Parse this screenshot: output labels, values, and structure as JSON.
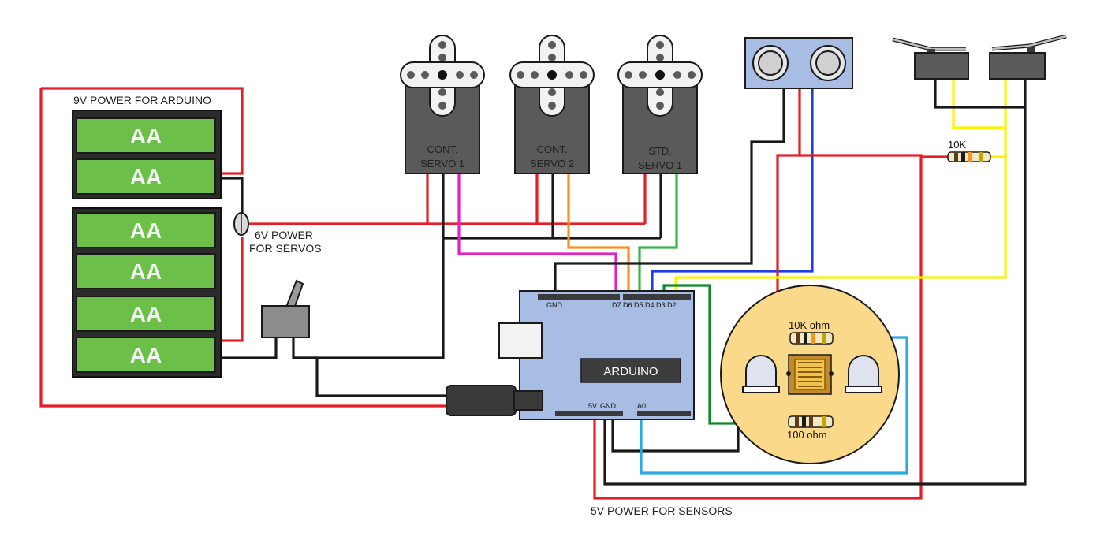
{
  "labels": {
    "power_9v": "9V POWER FOR ARDUINO",
    "power_6v_line1": "6V POWER",
    "power_6v_line2": "FOR SERVOS",
    "power_5v": "5V POWER FOR SENSORS"
  },
  "batteries": [
    "AA",
    "AA",
    "AA",
    "AA",
    "AA",
    "AA"
  ],
  "servos": [
    {
      "line1": "CONT.",
      "line2": "SERVO 1"
    },
    {
      "line1": "CONT.",
      "line2": "SERVO 2"
    },
    {
      "line1": "STD.",
      "line2": "SERVO 1"
    }
  ],
  "arduino": {
    "label": "ARDUINO",
    "pins_top": {
      "gnd": "GND",
      "digital": "D7 D6 D5 D4 D3 D2"
    },
    "pins_bottom": {
      "v5": "5V",
      "gnd": "GND",
      "a0": "A0"
    }
  },
  "resistors": {
    "r_bumper": "10K",
    "r_ldr": "10K ohm",
    "r_led": "100 ohm"
  },
  "wire_colors": {
    "power": "#e41e26",
    "ground": "#1a1a1a",
    "servo1_signal": "#e020c8",
    "servo2_signal": "#f7931e",
    "servo3_signal": "#39b54a",
    "sonar_signal": "#1e3ce8",
    "bumper_signal": "#fff200",
    "light_signal": "#29abe2",
    "led_power": "#0a8a2a"
  }
}
